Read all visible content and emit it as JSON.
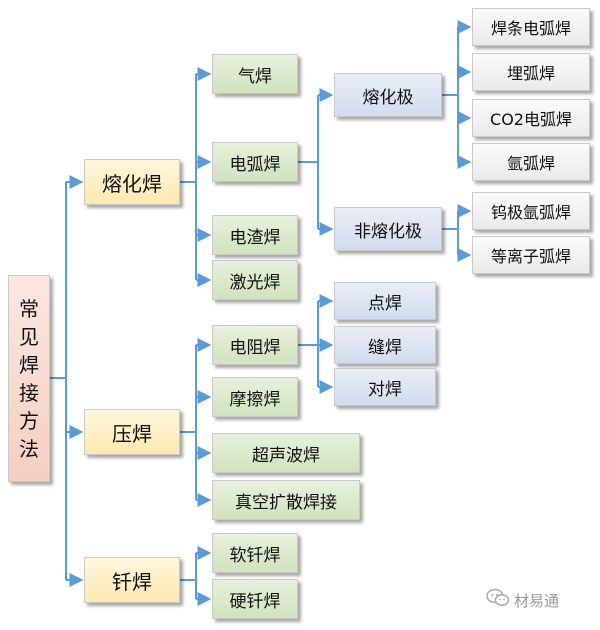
{
  "root": {
    "label": "常见焊接方法"
  },
  "categories": {
    "fusion": "熔化焊",
    "pressure": "压焊",
    "brazing": "钎焊"
  },
  "methods": {
    "gas": "气焊",
    "arc": "电弧焊",
    "electroslag": "电渣焊",
    "laser": "激光焊",
    "resistance": "电阻焊",
    "friction": "摩擦焊",
    "ultrasonic": "超声波焊",
    "vacuum_diffusion": "真空扩散焊接",
    "soft_solder": "软钎焊",
    "hard_solder": "硬钎焊"
  },
  "subtypes": {
    "consumable": "熔化极",
    "non_consumable": "非熔化极",
    "spot": "点焊",
    "seam": "缝焊",
    "butt": "对焊"
  },
  "variants": {
    "smaw": "焊条电弧焊",
    "saw": "埋弧焊",
    "co2": "CO2电弧焊",
    "argon": "氩弧焊",
    "tig": "钨极氩弧焊",
    "plasma": "等离子弧焊"
  },
  "watermark": {
    "text": "材易通",
    "icon": "wechat-icon"
  },
  "colors": {
    "connector": "#5b9bd5"
  }
}
